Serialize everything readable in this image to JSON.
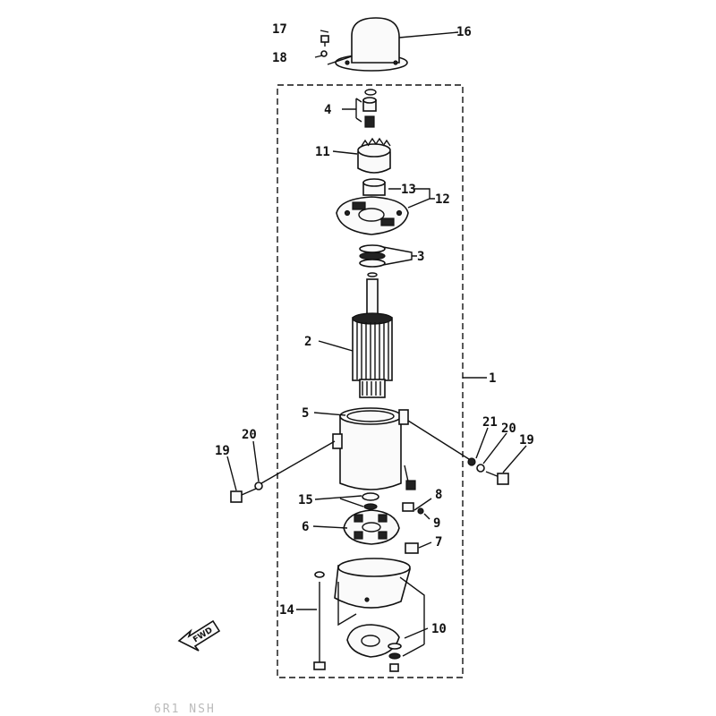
{
  "callouts": {
    "c1": "1",
    "c2": "2",
    "c3": "3",
    "c4": "4",
    "c5": "5",
    "c6": "6",
    "c7": "7",
    "c8": "8",
    "c9": "9",
    "c10": "10",
    "c11": "11",
    "c12": "12",
    "c13": "13",
    "c14": "14",
    "c15": "15",
    "c16": "16",
    "c17": "17",
    "c18": "18",
    "c19a": "19",
    "c19b": "19",
    "c20a": "20",
    "c20b": "20",
    "c21": "21"
  },
  "direction_badge": "FWD",
  "footer_code": "6R1 NSH",
  "colors": {
    "ink": "#111111",
    "paper": "#ffffff",
    "faint": "#bbbbbb"
  }
}
